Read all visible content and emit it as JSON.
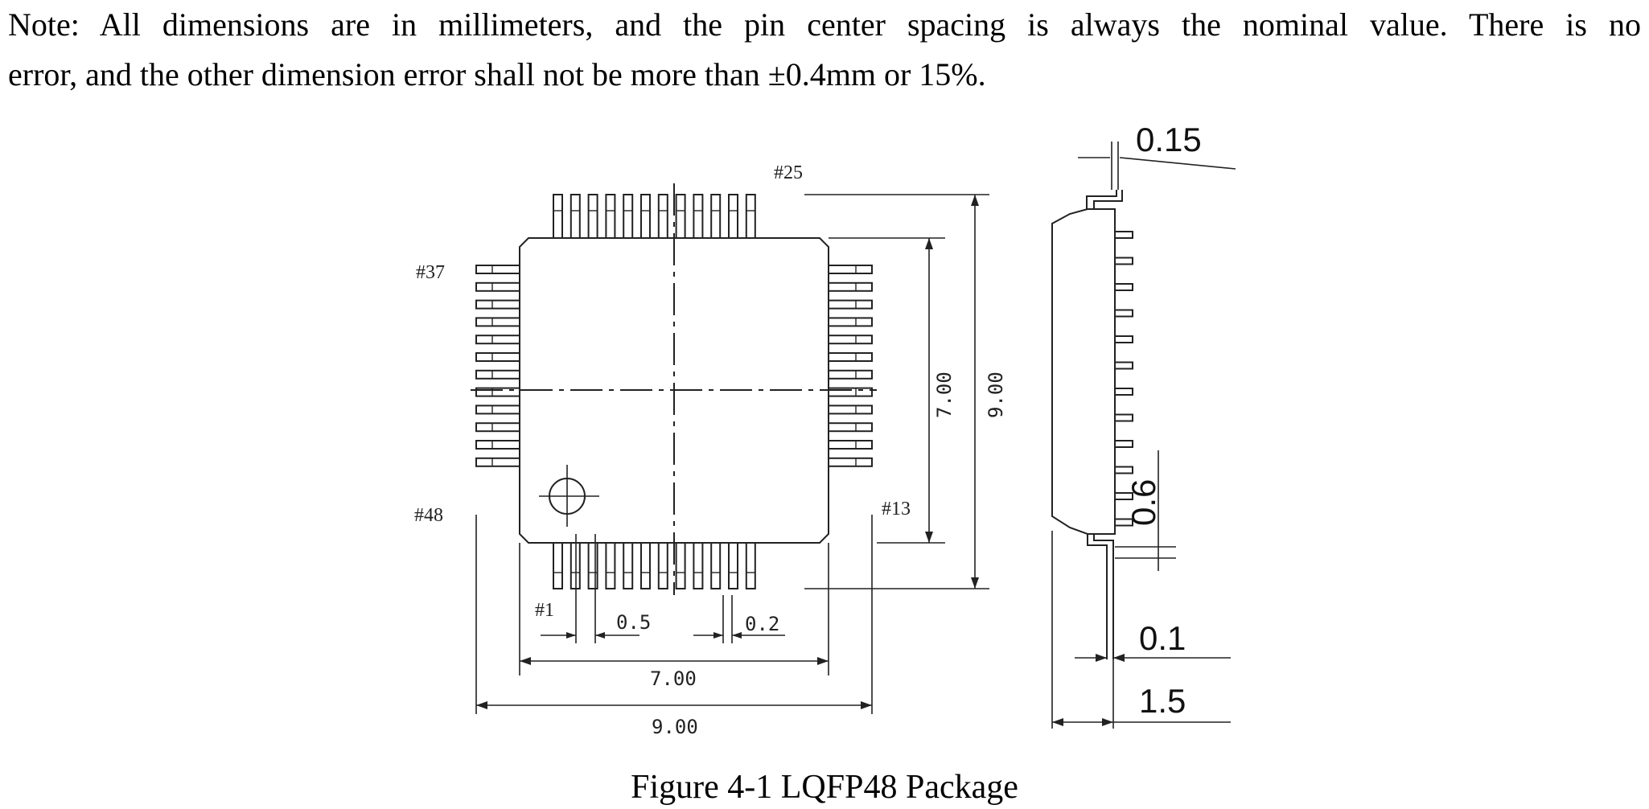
{
  "note": {
    "line1": "Note: All dimensions are in millimeters, and the pin center spacing is always the nominal value. There is no",
    "line2": "error, and the other dimension error shall not be more than ±0.4mm or 15%."
  },
  "figure": {
    "caption": "Figure 4-1 LQFP48 Package",
    "pin_labels": {
      "pin1": "#1",
      "pin13": "#13",
      "pin25": "#25",
      "pin37": "#37",
      "pin48": "#48"
    },
    "top_view_dimensions": {
      "pitch": "0.5",
      "lead_width": "0.2",
      "body_width": "7.00",
      "overall_width": "9.00",
      "body_height": "7.00",
      "overall_height": "9.00"
    },
    "side_view_dimensions": {
      "lead_thickness": "0.15",
      "foot_length": "0.6",
      "standoff": "0.1",
      "package_height": "1.5"
    },
    "pins_per_side": 12
  }
}
